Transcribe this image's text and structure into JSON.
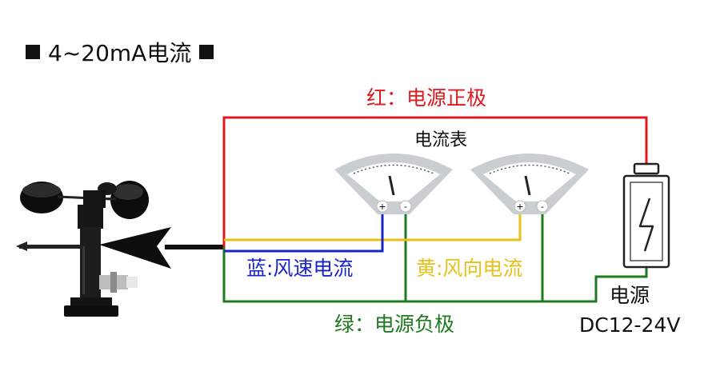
{
  "title": "4~20mA电流",
  "labels": {
    "red": "红：电源正极",
    "meter": "电流表",
    "blue": "蓝:风速电流",
    "yellow": "黄:风向电流",
    "green": "绿：电源负极",
    "power": "电源",
    "voltage": "DC12-24V"
  },
  "meter_terminals": {
    "plus": "+",
    "minus": "-"
  },
  "colors": {
    "red": "#e0191e",
    "blue": "#1a25c9",
    "yellow": "#e8c21a",
    "green": "#1f7a1f",
    "meter": "#c9ced0"
  },
  "icons": {
    "sensor": "anemometer-wind-vane-icon",
    "meter": "ammeter-icon",
    "battery": "battery-lightning-icon"
  }
}
